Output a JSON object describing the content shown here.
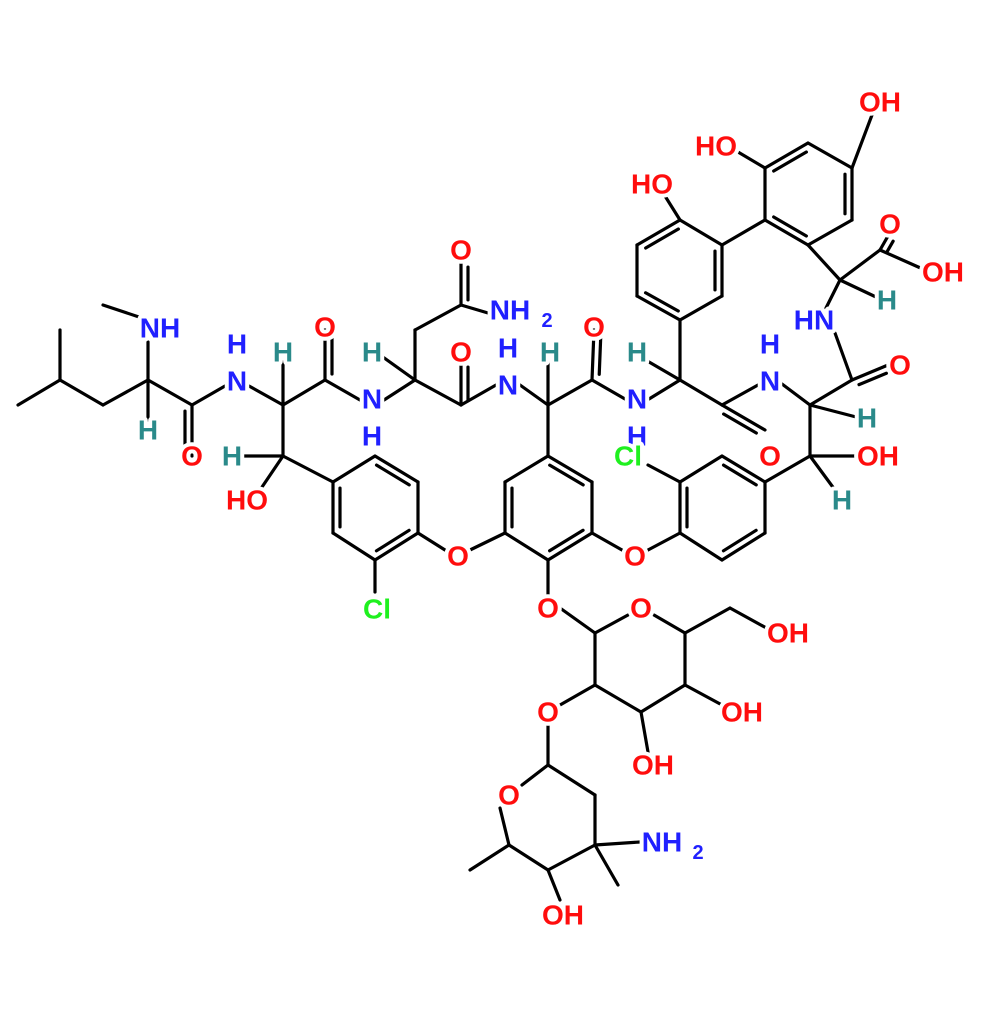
{
  "colors": {
    "O": "#ff0d0d",
    "N": "#2020ff",
    "H": "#2a8a8a",
    "Cl": "#1ff01f",
    "bond": "#000000"
  },
  "atoms": {
    "nh_methyl": "NH",
    "h_n1": "H",
    "n1": "N",
    "h_c2": "H",
    "o_c2": "O",
    "h_c3": "H",
    "n3": "N",
    "h_n3": "H",
    "o_amide_side": "O",
    "nh2_side": "NH",
    "nh2_side_sub": "2",
    "o_c3": "O",
    "h_n4": "H",
    "n4": "N",
    "h_c4": "H",
    "o_c4": "O",
    "h_c5": "H",
    "n5": "N",
    "h_n5": "H",
    "o_c5": "O",
    "h_n6": "H",
    "n6": "N",
    "hn7": "HN",
    "o_c6": "O",
    "h_c6": "H",
    "oh_c6b": "OH",
    "h_c6b": "H",
    "cl_right": "Cl",
    "ho_phenol": "HO",
    "ho_resorcinol": "HO",
    "oh_resorcinol": "OH",
    "o_acid": "O",
    "oh_acid": "OH",
    "h_acid": "H",
    "h_leu": "H",
    "o_leu": "O",
    "h_c2b": "H",
    "ho_c2b": "HO",
    "o_ether_left": "O",
    "o_ether_right": "O",
    "cl_left": "Cl",
    "o_glycoside": "O",
    "o_glc_ring": "O",
    "oh_glc6": "OH",
    "o_glc2": "O",
    "oh_glc4": "OH",
    "oh_glc3": "OH",
    "o_van_ring": "O",
    "nh2_van": "NH",
    "nh2_van_sub": "2",
    "oh_van": "OH"
  }
}
